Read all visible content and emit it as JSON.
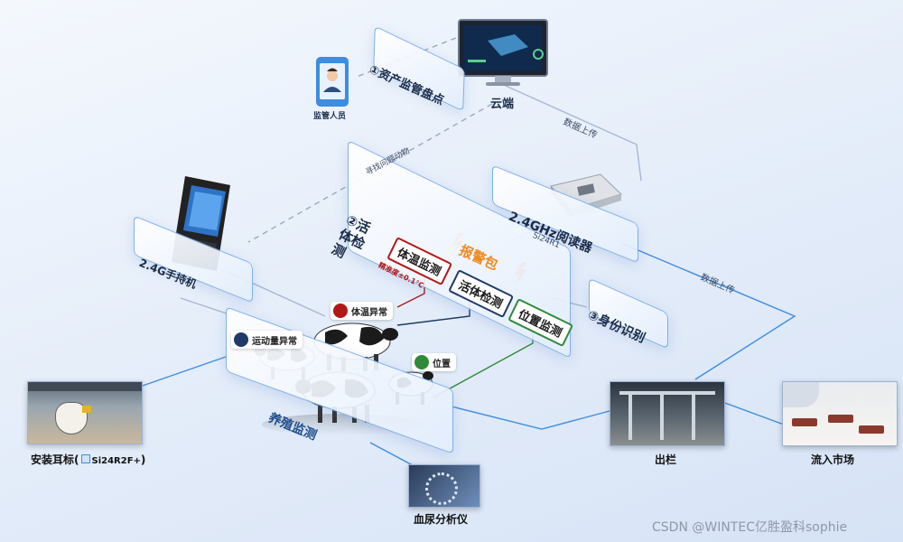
{
  "nodes": {
    "cloud": {
      "label": "云端"
    },
    "staff": {
      "label": "监管人员"
    },
    "asset": {
      "label": "①资产监管盘点"
    },
    "handheld": {
      "label": "2.4G手持机"
    },
    "reader": {
      "label": "2.4GHz阅读器",
      "model": "Si24R1"
    },
    "live": {
      "label": "②活体检测"
    },
    "identity": {
      "label": "③身份识别"
    },
    "farm": {
      "label": "养殖监测"
    },
    "ear_tag": {
      "label": "安装耳标(",
      "chip": "Si24R2F+",
      "close": ")"
    },
    "blood": {
      "label": "血尿分析仪"
    },
    "exit": {
      "label": "出栏"
    },
    "market": {
      "label": "流入市场"
    }
  },
  "edges": {
    "upload_top": "数据上传",
    "upload_right": "数据上传",
    "find_animal": "寻找问题动物"
  },
  "live_panel": {
    "temp": "体温监测",
    "temp_note": "精准度±0.1℃",
    "live_check": "活体检测",
    "position": "位置监测",
    "alarm": "报警包"
  },
  "badges": {
    "temp_abnormal": "体温异常",
    "motion_abnormal": "运动量异常",
    "location": "位置"
  },
  "watermark": "CSDN @WINTEC亿胜盈科sophie",
  "colors": {
    "line_blue": "#3d8de0",
    "panel_border": "#7fb0ea",
    "alarm_orange": "#f08a1e",
    "temp_red": "#b01818",
    "live_navy": "#1f3a66",
    "position_green": "#2f8a3a"
  }
}
